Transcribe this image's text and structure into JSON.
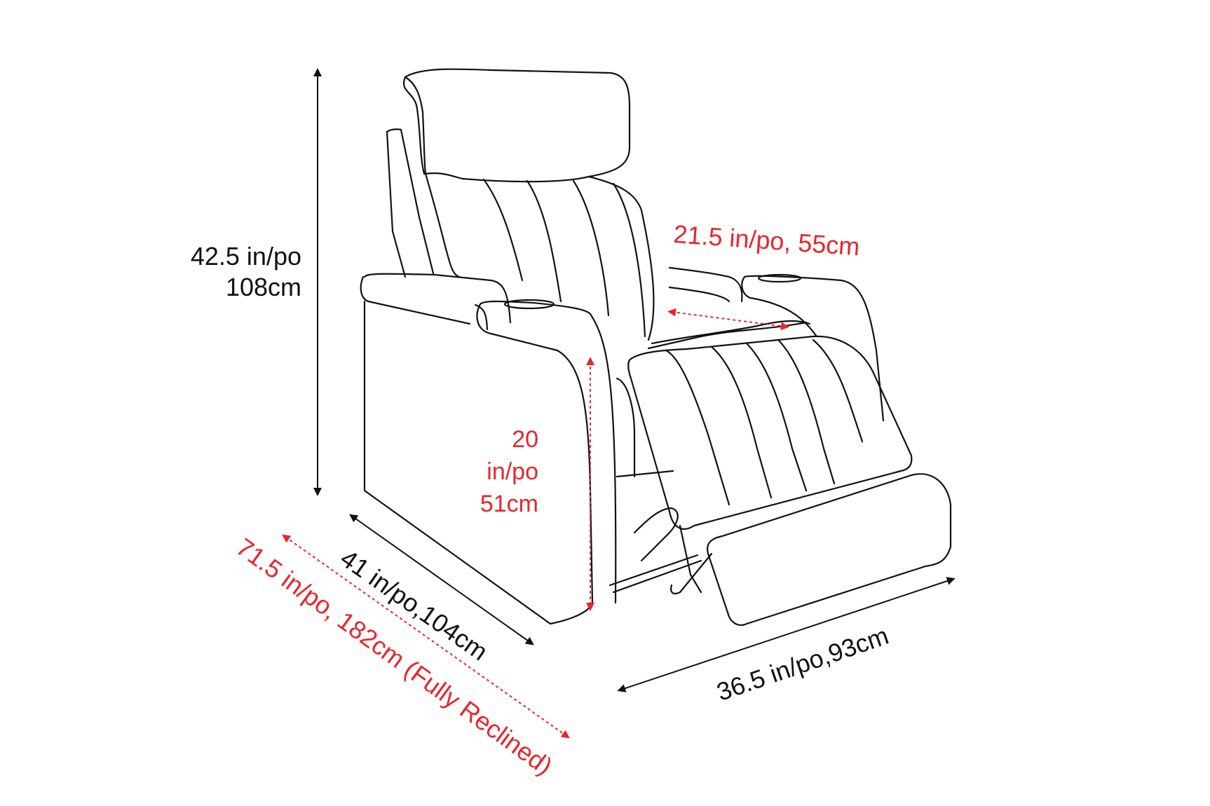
{
  "diagram": {
    "subject": "Recliner chair dimension drawing",
    "colors": {
      "line": "#111111",
      "accent": "#e8262b",
      "background": "#ffffff"
    },
    "dimensions": {
      "height": {
        "line1": "42.5 in/po",
        "line2": "108cm"
      },
      "seat_width": {
        "label": "21.5 in/po, 55cm"
      },
      "seat_height": {
        "line1": "20",
        "line2": "in/po",
        "line3": "51cm"
      },
      "depth": {
        "label": "41 in/po,104cm"
      },
      "depth_reclined": {
        "label": "71.5 in/po, 182cm (Fully Reclined)"
      },
      "width": {
        "label": "36.5 in/po,93cm"
      }
    }
  }
}
